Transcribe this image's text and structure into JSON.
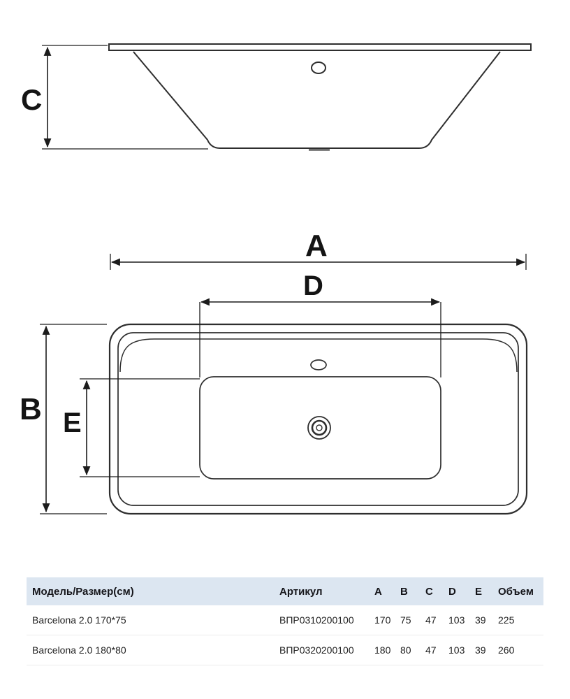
{
  "diagram": {
    "labels": {
      "a": "A",
      "b": "B",
      "c": "C",
      "d": "D",
      "e": "E"
    },
    "colors": {
      "line": "#2e2e2e",
      "dim": "#1c1c1c"
    }
  },
  "table": {
    "header_bg": "#dce6f1",
    "headers": [
      "Модель/Размер(см)",
      "Артикул",
      "А",
      "В",
      "С",
      "D",
      "Е",
      "Объем"
    ],
    "rows": [
      [
        "Barcelona 2.0 170*75",
        "ВПР0310200100",
        "170",
        "75",
        "47",
        "103",
        "39",
        "225"
      ],
      [
        "Barcelona 2.0 180*80",
        "ВПР0320200100",
        "180",
        "80",
        "47",
        "103",
        "39",
        "260"
      ]
    ]
  }
}
